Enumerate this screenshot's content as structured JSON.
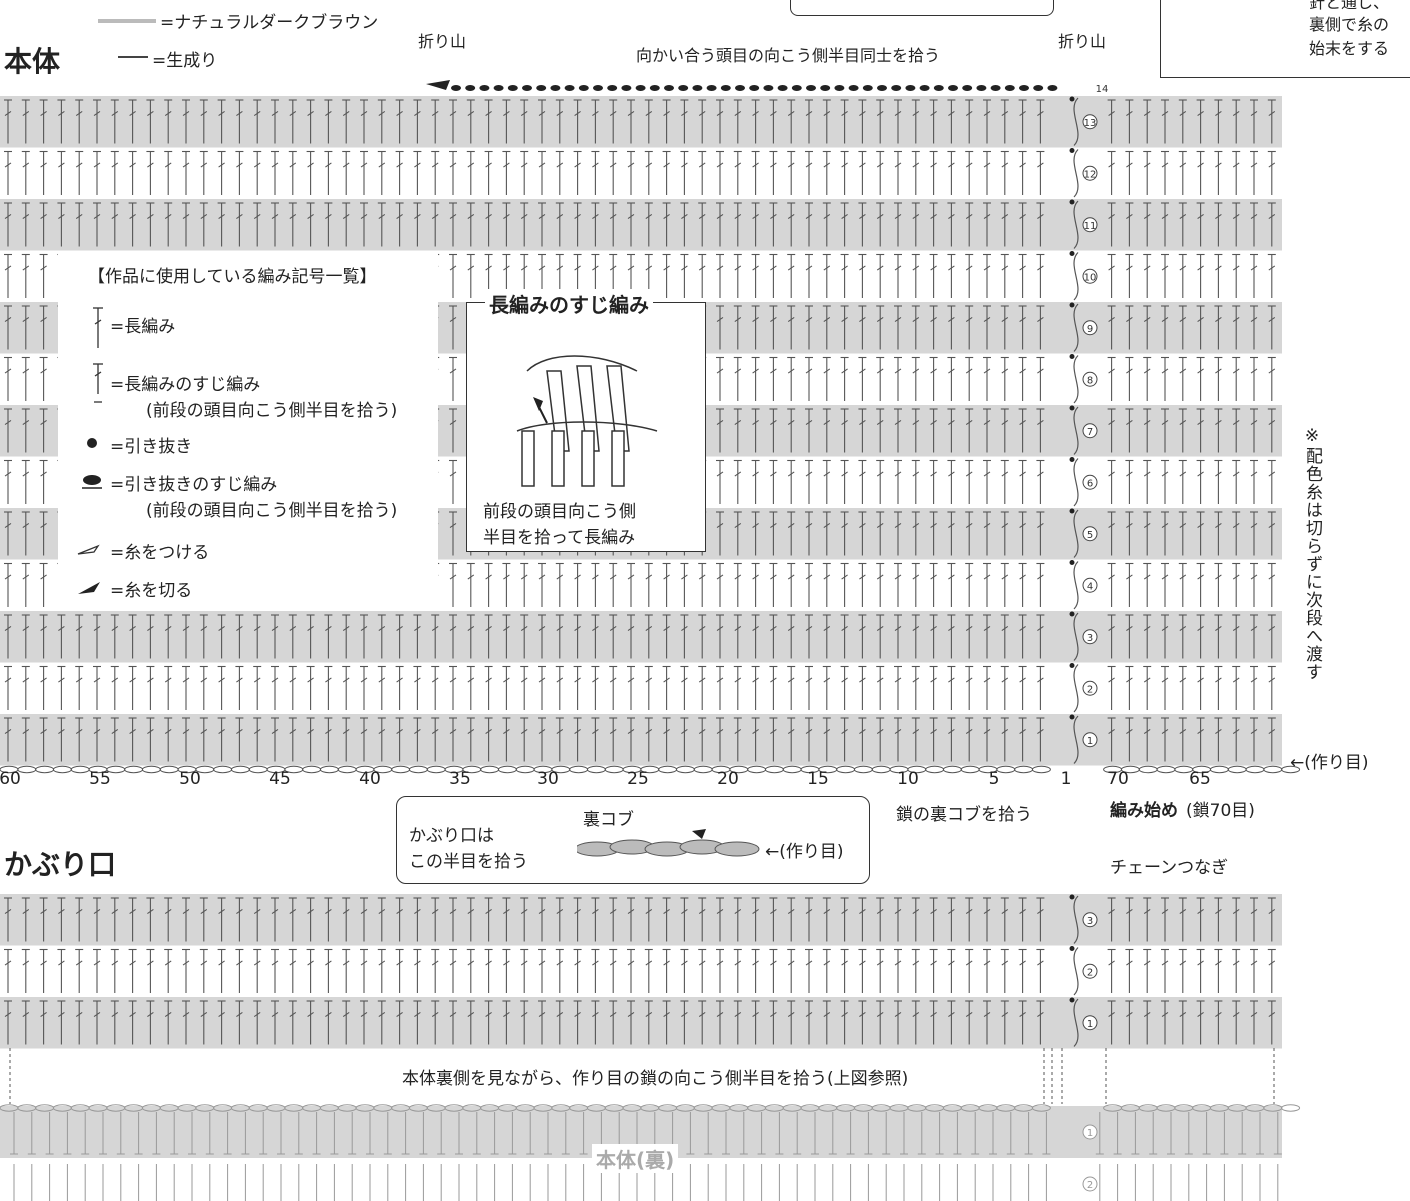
{
  "legend_colors": {
    "dark_brown_label": "=ナチュラルダークブラウン",
    "natural_label": "=生成り",
    "dark_brown_color": "#d6d6d6",
    "stitch_color": "#555555"
  },
  "sections": {
    "body_title": "本体",
    "cover_title": "かぶり口"
  },
  "annotations": {
    "fold_left": "折り山",
    "fold_right": "折り山",
    "pick_heads": "向かい合う頭目の向こう側半目同士を拾う",
    "top_right_1": "裏側で糸の",
    "top_right_2": "始末をする",
    "top_right_0": "針と通し、",
    "note_vertical": "※配色糸は切らずに次段へ渡す",
    "foundation_right": "←(作り目)",
    "start_bold": "編み始め",
    "start_rest": "(鎖70目)",
    "pick_back_bump": "鎖の裏コブを拾う",
    "chain_join": "チェーンつなぎ",
    "cover_pick": "本体裏側を見ながら、作り目の鎖の向こう側半目を拾う(上図参照)",
    "body_back": "本体(裏)"
  },
  "legend": {
    "title": "【作品に使用している編み記号一覧】",
    "items": [
      {
        "label": "=長編み",
        "sub": ""
      },
      {
        "label": "=長編みのすじ編み",
        "sub": "(前段の頭目向こう側半目を拾う)"
      },
      {
        "label": "=引き抜き",
        "sub": ""
      },
      {
        "label": "=引き抜きのすじ編み",
        "sub": "(前段の頭目向こう側半目を拾う)"
      },
      {
        "label": "=糸をつける",
        "sub": ""
      },
      {
        "label": "=糸を切る",
        "sub": ""
      }
    ]
  },
  "inset": {
    "title": "長編みのすじ編み",
    "caption1": "前段の頭目向こう側",
    "caption2": "半目を拾って長編み"
  },
  "cover_callout": {
    "line1": "かぶり口は",
    "line2": "この半目を拾う",
    "back_bump": "裏コブ",
    "foundation": "←(作り目)"
  },
  "axis": {
    "left_labels": [
      "60",
      "55",
      "50",
      "45",
      "40",
      "35",
      "30",
      "25",
      "20",
      "15",
      "10",
      "5",
      "1"
    ],
    "right_labels": [
      "70",
      "65"
    ]
  },
  "body_rows": [
    "13",
    "12",
    "11",
    "10",
    "9",
    "8",
    "7",
    "6",
    "5",
    "4",
    "3",
    "2",
    "1"
  ],
  "top_row": "14",
  "cover_rows": [
    "3",
    "2",
    "1"
  ],
  "body_back_rows": [
    "1",
    "2"
  ]
}
